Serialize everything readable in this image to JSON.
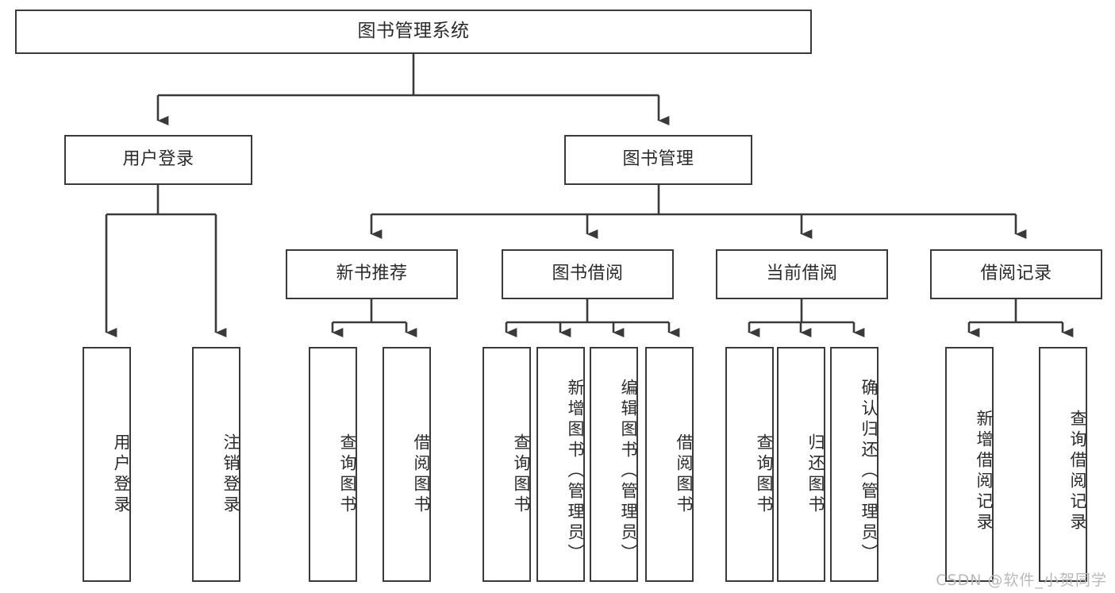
{
  "diagram": {
    "type": "tree",
    "title_node": {
      "label": "图书管理系统"
    },
    "level2": [
      {
        "id": "user-login",
        "label": "用户登录"
      },
      {
        "id": "book-manage",
        "label": "图书管理"
      }
    ],
    "level3": [
      {
        "id": "new-book-recommend",
        "label": "新书推荐"
      },
      {
        "id": "book-borrow",
        "label": "图书借阅"
      },
      {
        "id": "current-borrow",
        "label": "当前借阅"
      },
      {
        "id": "borrow-record",
        "label": "借阅记录"
      }
    ],
    "leaves": {
      "user_login": [
        {
          "id": "leaf-user-login",
          "label": "用户登录"
        },
        {
          "id": "leaf-logout-login",
          "label": "注销登录"
        }
      ],
      "new_book_recommend": [
        {
          "id": "leaf-query-book-1",
          "label": "查询图书"
        },
        {
          "id": "leaf-borrow-book-1",
          "label": "借阅图书"
        }
      ],
      "book_borrow": [
        {
          "id": "leaf-query-book-2",
          "label": "查询图书"
        },
        {
          "id": "leaf-add-book",
          "label": "新增图书（管理员）"
        },
        {
          "id": "leaf-edit-book",
          "label": "编辑图书（管理员）"
        },
        {
          "id": "leaf-borrow-book-2",
          "label": "借阅图书"
        }
      ],
      "current_borrow": [
        {
          "id": "leaf-query-book-3",
          "label": "查询图书"
        },
        {
          "id": "leaf-return-book",
          "label": "归还图书"
        },
        {
          "id": "leaf-confirm-return",
          "label": "确认归还（管理员）"
        }
      ],
      "borrow_record": [
        {
          "id": "leaf-add-borrow-record",
          "label": "新增借阅记录"
        },
        {
          "id": "leaf-query-borrow-record",
          "label": "查询借阅记录"
        }
      ]
    },
    "colors": {
      "stroke": "#3a3a3a",
      "text": "#2b2b2b",
      "background": "#ffffff",
      "watermark": "#b9b9b9"
    }
  },
  "watermark": {
    "text": "CSDN @软件_小贺同学"
  }
}
